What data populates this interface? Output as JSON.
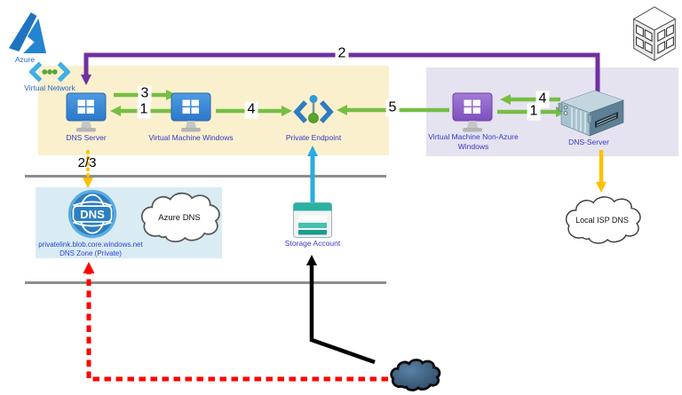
{
  "diagram": {
    "azure": {
      "label": "Azure",
      "vnet_label": "Virtual Network"
    },
    "nodes": {
      "dns_server_left": {
        "label": "DNS Server"
      },
      "vm_windows": {
        "label": "Virtual Machine Windows"
      },
      "private_endpoint": {
        "label": "Private Endpoint"
      },
      "vm_non_azure": {
        "label_line1": "Virtual Machine Non-Azure",
        "label_line2": "Windows"
      },
      "dns_server_right": {
        "label": "DNS-Server"
      },
      "storage_account": {
        "label": "Storage Account"
      },
      "private_dns_zone": {
        "icon_text": "DNS",
        "line1": "privatelink.blob.core.windows.net",
        "line2": "DNS Zone (Private)"
      },
      "azure_dns_cloud": {
        "label": "Azure DNS"
      },
      "local_isp_dns_cloud": {
        "label": "Local ISP DNS"
      }
    },
    "steps": {
      "s1_left": "1",
      "s2": "2",
      "s3": "3",
      "s4_mid": "4",
      "s5": "5",
      "s4_right": "4",
      "s1_right": "1",
      "s2_3": "2/3"
    },
    "colors": {
      "azure_zone_bg": "#FAF0CD",
      "non_azure_zone_bg": "#E6E3F0",
      "dns_zone_box_bg": "#D9ECF4",
      "green_arrow": "#76BE44",
      "purple_arrow": "#7030A0",
      "gold_arrow": "#FFC000",
      "blue_arrow": "#29ABE3",
      "red_arrow": "#FF0000",
      "black_arrow": "#000000"
    }
  }
}
